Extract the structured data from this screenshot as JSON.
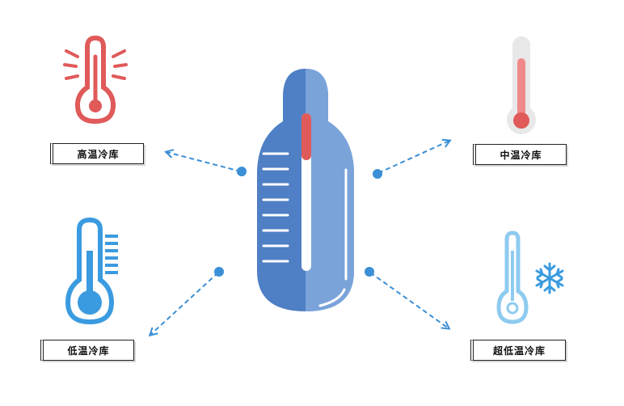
{
  "labels": {
    "high": "高温冷库",
    "medium": "中温冷库",
    "low": "低温冷库",
    "ultra_low": "超低温冷库"
  },
  "colors": {
    "primary_blue": "#4f7fc4",
    "light_blue": "#7aa3da",
    "accent_red": "#e05a5a",
    "pale_red": "#f08a8a",
    "sky_blue": "#3b9be0",
    "pale_blue": "#8ecbf0",
    "arrow_blue": "#3b8fd6",
    "grey": "#e8e8e8"
  },
  "icons": {
    "center": "thermometer-bulb-icon",
    "high": "hot-thermometer-icon",
    "medium": "warm-thermometer-icon",
    "low": "cold-thermometer-icon",
    "ultra_low": "snowflake-thermometer-icon"
  }
}
